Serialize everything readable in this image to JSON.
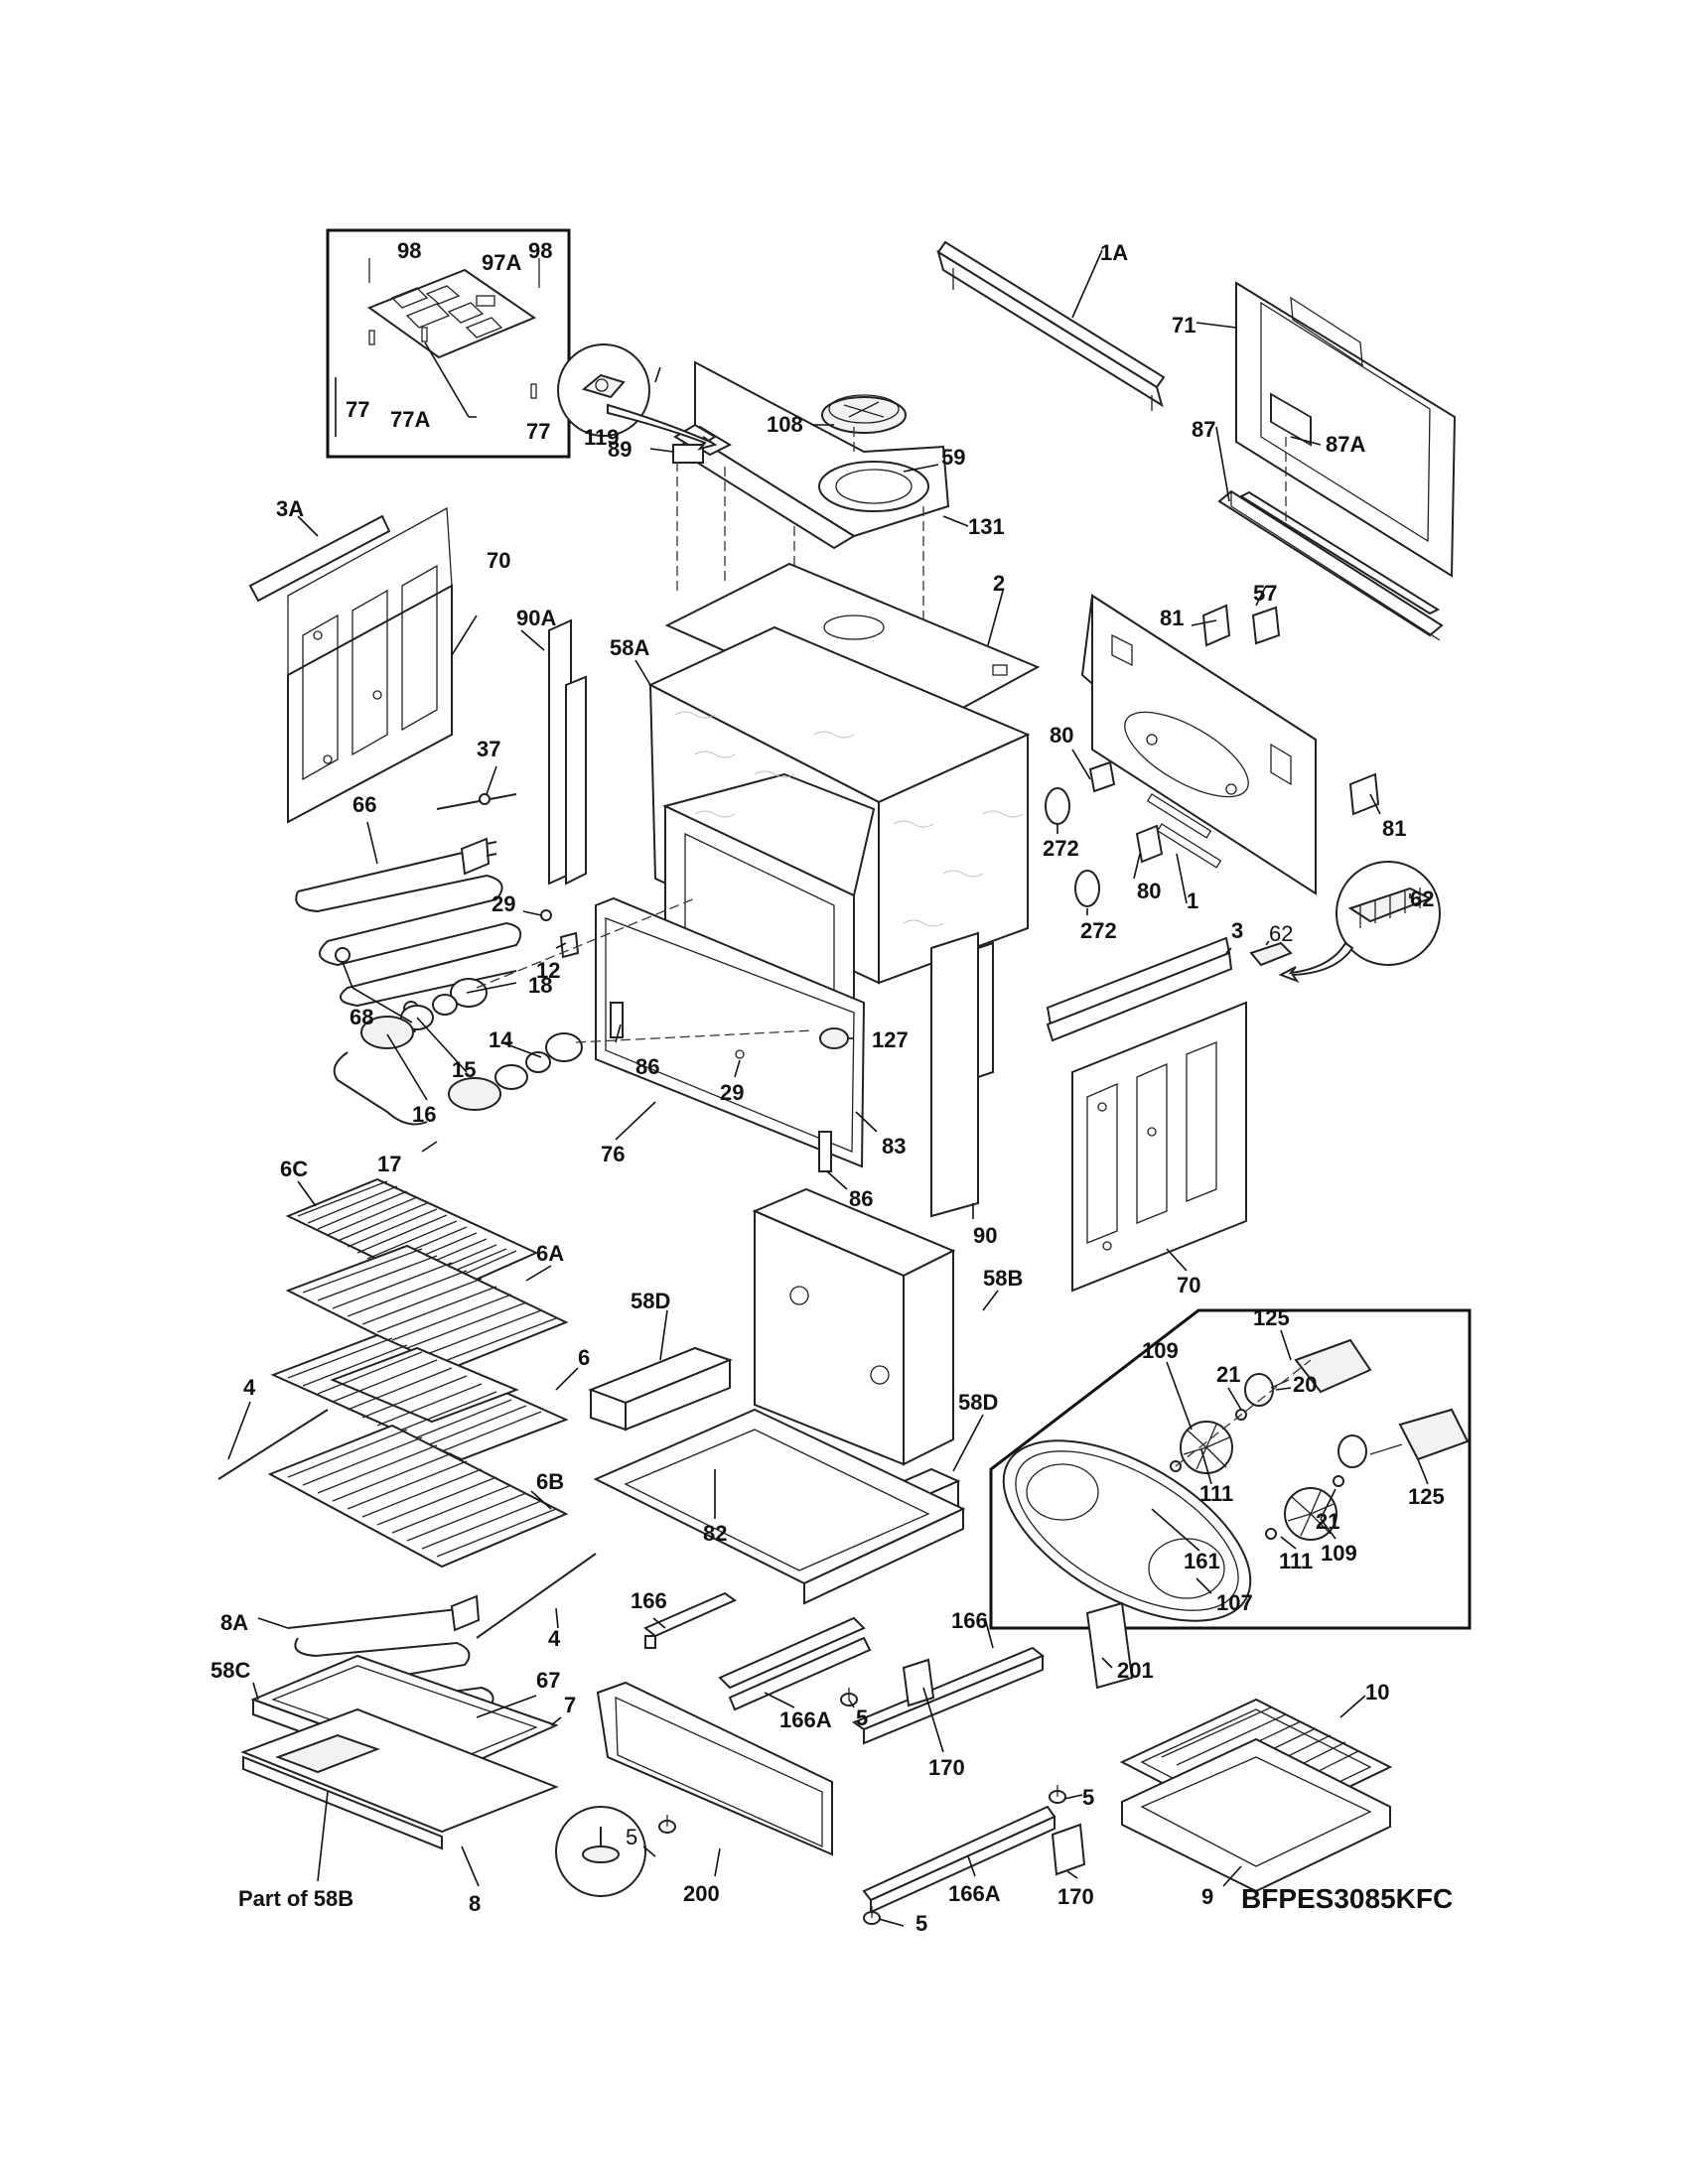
{
  "model": "BFPES3085KFC",
  "labels": {
    "p98a": "98",
    "p97a": "97A",
    "p98b": "98",
    "p77a": "77",
    "p77A": "77A",
    "p77b": "77",
    "p1A": "1A",
    "p71": "71",
    "p87": "87",
    "p87A": "87A",
    "p108": "108",
    "p89": "89",
    "p59": "59",
    "p131": "131",
    "p119": "119",
    "p3A": "3A",
    "p70a": "70",
    "p90A": "90A",
    "p58A": "58A",
    "p2": "2",
    "p81a": "81",
    "p57": "57",
    "p80a": "80",
    "p81b": "81",
    "p272a": "272",
    "p272b": "272",
    "p80b": "80",
    "p1": "1",
    "p62a": "62",
    "p62b": "62",
    "p3": "3",
    "p37": "37",
    "p66": "66",
    "p29a": "29",
    "p12": "12",
    "p68": "68",
    "p127": "127",
    "p18": "18",
    "p86a": "86",
    "p14": "14",
    "p15": "15",
    "p29b": "29",
    "p16": "16",
    "p76": "76",
    "p83": "83",
    "p17": "17",
    "p86b": "86",
    "p90": "90",
    "p6C": "6C",
    "p6A": "6A",
    "p70b": "70",
    "p58D": "58D",
    "p58B": "58B",
    "p6": "6",
    "p125a": "125",
    "p109a": "109",
    "p21a": "21",
    "p20": "20",
    "p4a": "4",
    "p58Db": "58D",
    "p6B": "6B",
    "p82": "82",
    "p111a": "111",
    "p125b": "125",
    "p21b": "21",
    "p161": "161",
    "p111b": "111",
    "p109b": "109",
    "p107": "107",
    "p4b": "4",
    "p166a": "166",
    "p8A": "8A",
    "p166b": "166",
    "p201": "201",
    "p58C": "58C",
    "p67": "67",
    "p5a": "5",
    "p7": "7",
    "p166Aa": "166A",
    "p10": "10",
    "p170a": "170",
    "p5b": "5",
    "p5c": "5",
    "partof58B": "Part of 58B",
    "p8": "8",
    "p200": "200",
    "p166Ab": "166A",
    "p170b": "170",
    "p9": "9",
    "p5d": "5"
  }
}
